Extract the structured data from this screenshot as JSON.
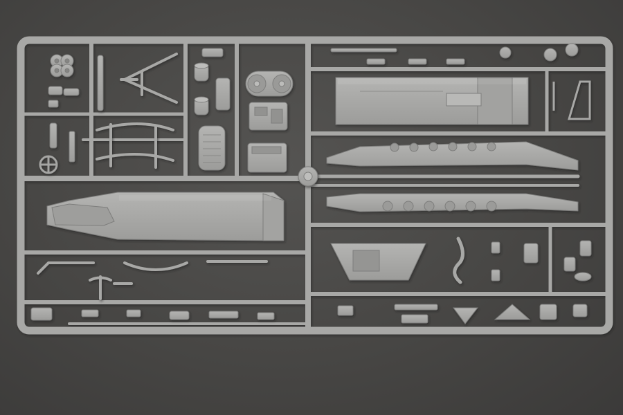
{
  "photo": {
    "subject": "model-kit-sprue",
    "colors": {
      "plastic": "#a9a9a7",
      "plastic_shadow": "#7d7d7b",
      "plastic_highlight": "#c4c4c2",
      "background": "#4a4947"
    },
    "parts": [
      "fan-wheels-part",
      "tow-bar-part",
      "cylinder-parts",
      "radiator-fans-part",
      "engine-block-part",
      "hull-top-part",
      "gear-box-part",
      "engine-grille-part",
      "sprue-gate-hub",
      "rear-hull-part",
      "upper-hull-deck-part",
      "side-wheel-panel-upper",
      "side-wheel-panel-lower",
      "front-plate-part",
      "exhaust-pipe-part",
      "pickaxe-tool",
      "handwheel-part",
      "rear-box-part"
    ]
  }
}
